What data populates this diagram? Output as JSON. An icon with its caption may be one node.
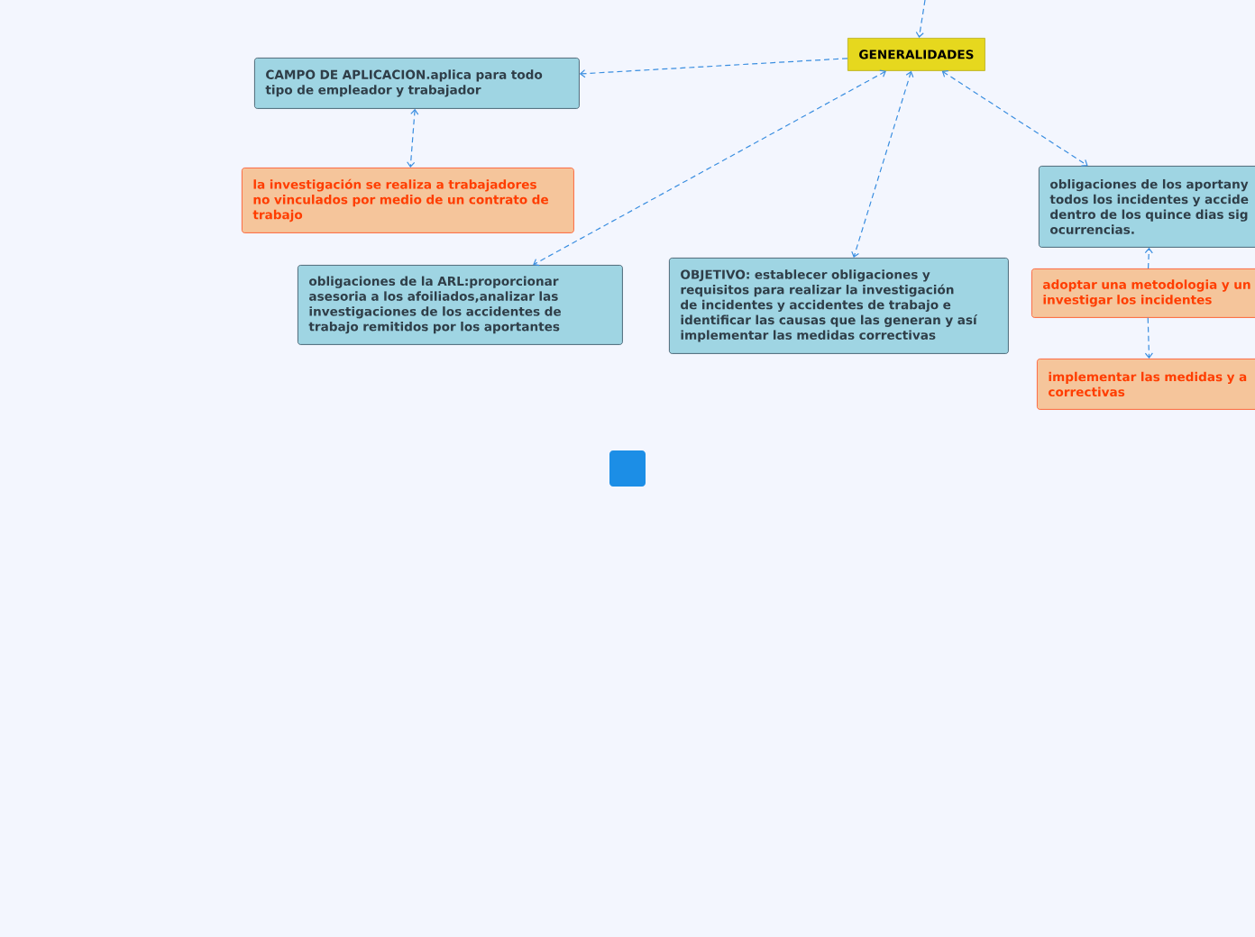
{
  "diagram": {
    "nodes": [
      {
        "text": [
          "GENERALIDADES"
        ]
      },
      {
        "text": [
          "CAMPO DE APLICACION.aplica para todo tipo de empleador y trabajador"
        ]
      },
      {
        "text": [
          "la investigación se realiza a trabajadores no vinculados por medio de un contrato de trabajo"
        ]
      },
      {
        "text": [
          "obligaciones de la ARL:proporcionar asesoria a los afoiliados,analizar las investigaciones de los accidentes  de trabajo remitidos por los aportantes"
        ]
      },
      {
        "text": [
          "OBJETIVO: establecer obligaciones y requisitos para realizar la investigación de incidentes y accidentes de trabajo e identificar las causas que las generan y así implementar las medidas correctivas"
        ]
      },
      {
        "text": [
          "obligaciones de los aportany todos los incidentes y accide dentro de los quince dias sig ocurrencias."
        ]
      },
      {
        "text": [
          "adoptar una metodologia y un investigar los incidentes"
        ]
      },
      {
        "text": [
          "implementar las medidas y a correctivas"
        ]
      }
    ],
    "edges": [
      {
        "from": null,
        "to": 0,
        "arrow": "to"
      },
      {
        "from": 0,
        "to": 1,
        "arrow": "to"
      },
      {
        "from": 1,
        "to": 2,
        "arrow": "both"
      },
      {
        "from": 0,
        "to": 3,
        "arrow": "both"
      },
      {
        "from": 0,
        "to": 4,
        "arrow": "both"
      },
      {
        "from": 0,
        "to": 5,
        "arrow": "both"
      },
      {
        "from": 6,
        "to": 5,
        "arrow": "to"
      },
      {
        "from": 6,
        "to": 7,
        "arrow": "to"
      }
    ]
  }
}
